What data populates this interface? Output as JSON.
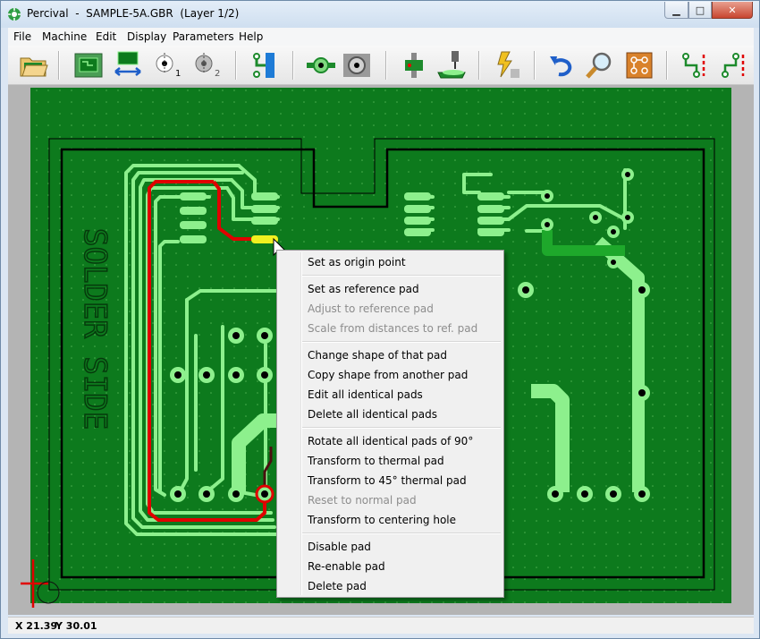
{
  "window": {
    "title": "Percival  -  SAMPLE-5A.GBR  (Layer 1/2)"
  },
  "menu": [
    "File",
    "Machine",
    "Edit",
    "Display",
    "Parameters",
    "Help"
  ],
  "toolbar": {
    "icons": [
      "open-folder-icon",
      "board-icon",
      "flip-board-icon",
      "tool-1-icon",
      "tool-2-icon",
      "layer-trace-icon",
      "pad-icon",
      "thermal-pad-icon",
      "pcb-component-icon",
      "drill-machine-icon",
      "laser-burn-icon",
      "undo-icon",
      "zoom-icon",
      "full-board-icon",
      "route-icon",
      "route-alt-icon"
    ],
    "tool1_label": "1",
    "tool2_label": "2"
  },
  "board": {
    "silkscreen_text": "SOLDER SIDE",
    "colors": {
      "background": "#0d7a1d",
      "trace": "#8df08d",
      "selected_trace": "#e00000",
      "selected_pad": "#f0f020",
      "outline": "#000000"
    }
  },
  "context_menu": {
    "items": [
      {
        "label": "Set as origin point",
        "enabled": true
      },
      {
        "label": "Set as reference pad",
        "enabled": true
      },
      {
        "label": "Adjust to reference pad",
        "enabled": false
      },
      {
        "label": "Scale from distances to ref. pad",
        "enabled": false
      },
      {
        "label": "Change shape of that pad",
        "enabled": true
      },
      {
        "label": "Copy shape from another pad",
        "enabled": true
      },
      {
        "label": "Edit all identical pads",
        "enabled": true
      },
      {
        "label": "Delete all identical pads",
        "enabled": true
      },
      {
        "label": "Rotate all identical pads of 90°",
        "enabled": true
      },
      {
        "label": "Transform to thermal pad",
        "enabled": true
      },
      {
        "label": "Transform to 45° thermal pad",
        "enabled": true
      },
      {
        "label": "Reset to normal pad",
        "enabled": false
      },
      {
        "label": "Transform to centering hole",
        "enabled": true
      },
      {
        "label": "Disable pad",
        "enabled": true
      },
      {
        "label": "Re-enable pad",
        "enabled": true
      },
      {
        "label": "Delete pad",
        "enabled": true
      }
    ]
  },
  "status": {
    "x": "X 21.39",
    "y": "Y 30.01"
  }
}
